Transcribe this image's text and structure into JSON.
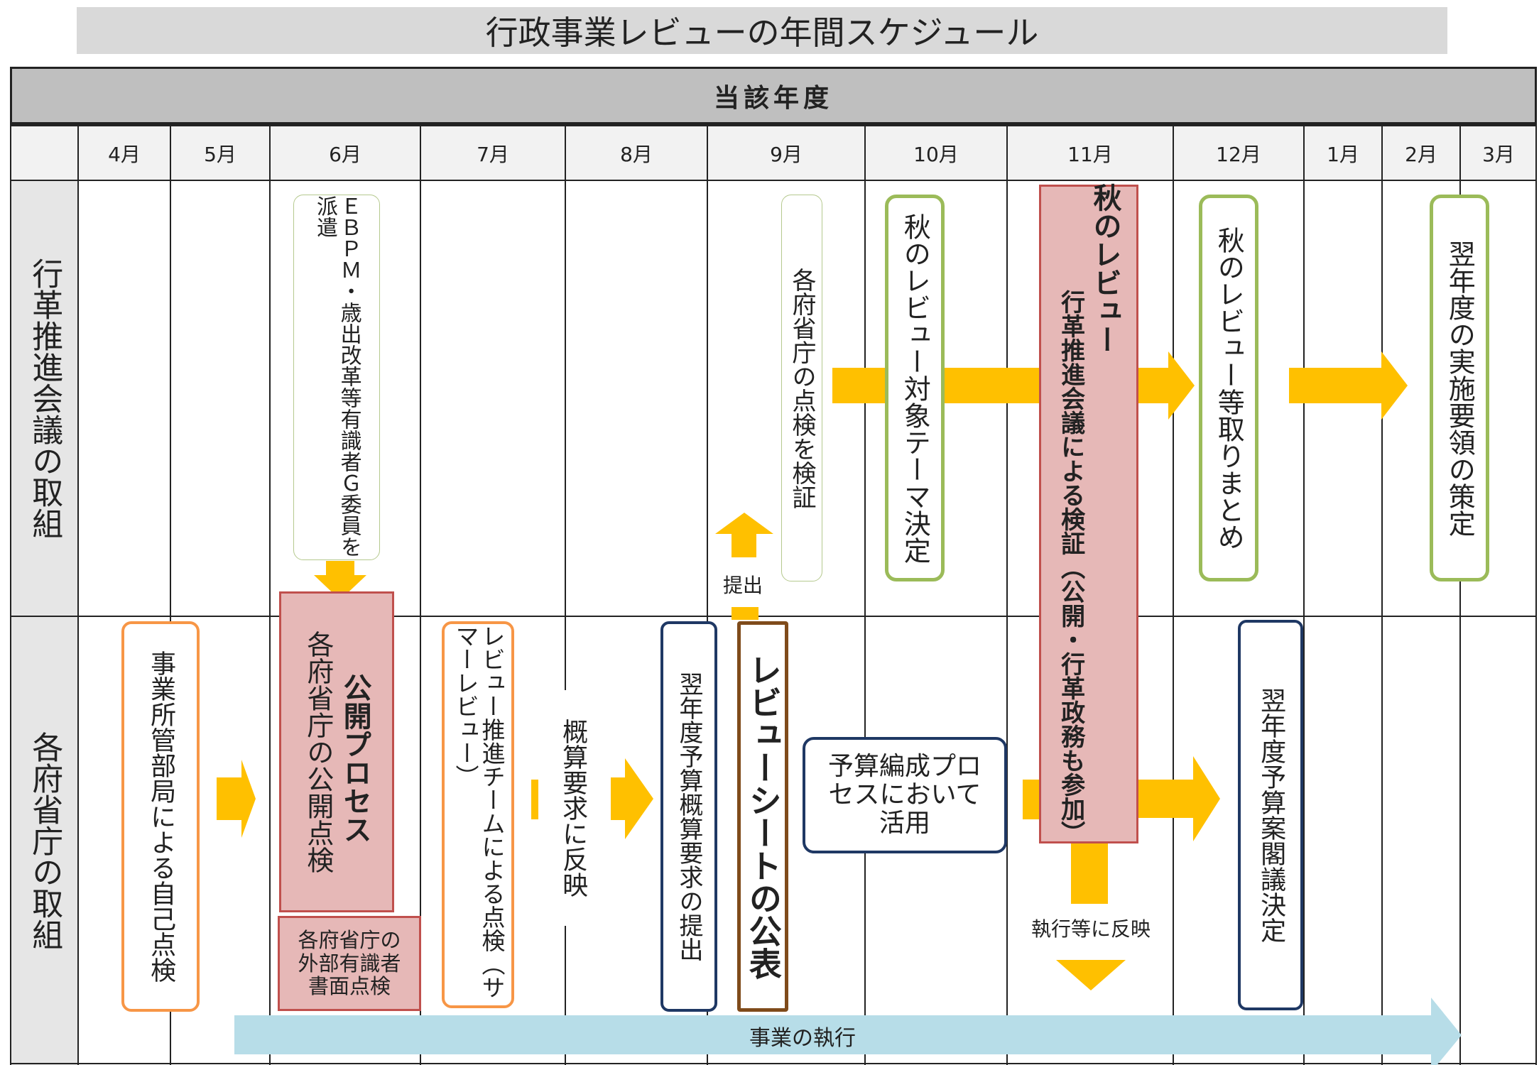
{
  "title": "行政事業レビューの年間スケジュール",
  "fiscal_year_label": "当該年度",
  "months": [
    "4月",
    "5月",
    "6月",
    "7月",
    "8月",
    "9月",
    "10月",
    "11月",
    "12月",
    "1月",
    "2月",
    "3月"
  ],
  "rows": {
    "top": "行革推進会議の取組",
    "bottom": "各府省庁の取組"
  },
  "top_items": {
    "ebpm_text": "ＥＢＰＭ・歳出改革等有識者Ｇ委員を派遣",
    "verify_ministries": "各府省庁の点検を検証",
    "autumn_theme": "秋のレビュー対象テーマ決定",
    "autumn_review_main": "秋のレビュー",
    "autumn_review_sub": "行革推進会議による検証（公開・行革政務も参加）",
    "autumn_summary": "秋のレビュー等取りまとめ",
    "next_year_guideline": "翌年度の実施要領の策定",
    "submit_label": "提出"
  },
  "bottom_items": {
    "self_check": "事業所管部局による自己点検",
    "public_process_title": "公開プロセス",
    "public_process_desc": "各府省庁の公開点検",
    "external_check": "各府省庁の外部有識者書面点検",
    "summer_review": "レビュー推進チームによる点検（サマーレビュー）",
    "reflect_budget_request": "概算要求に反映",
    "budget_request_submit": "翌年度予算概算要求の提出",
    "review_sheet_publish": "レビューシートの公表",
    "budget_process_use": "予算編成プロセスにおいて活用",
    "reflect_execution": "執行等に反映",
    "budget_cabinet": "翌年度予算案閣議決定",
    "project_execution": "事業の執行"
  },
  "colors": {
    "arrow_yellow": "#ffc000",
    "arrow_teal": "#b7dde8",
    "pink_fill": "#e6b8b7",
    "pink_border": "#c0504d",
    "green_border": "#9bbb59",
    "orange_border": "#f79646",
    "navy_border": "#1f3864",
    "brown_border": "#7f4b1b"
  }
}
